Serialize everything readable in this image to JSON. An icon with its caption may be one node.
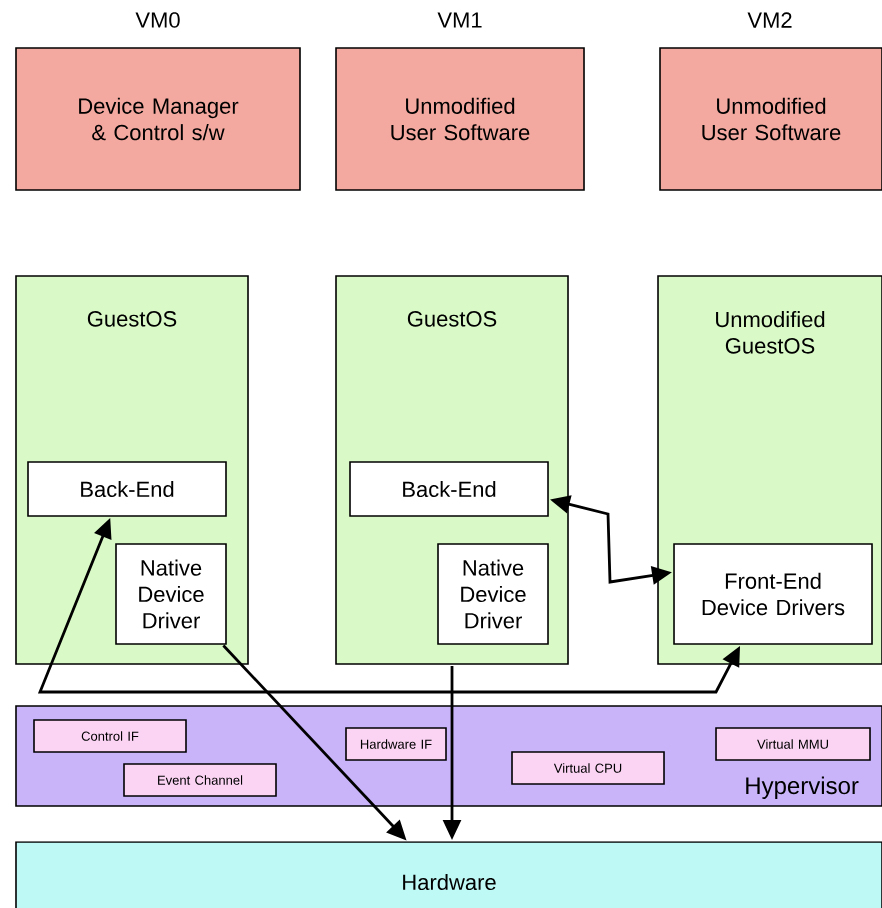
{
  "diagram": {
    "nodes": [
      {
        "text": [
          "Device Manager & Control s/w"
        ]
      },
      {
        "text": [
          "Unmodified User Software"
        ]
      },
      {
        "text": [
          "Unmodified User Software"
        ]
      },
      {
        "text": [
          "GuestOS"
        ]
      },
      {
        "text": [
          "Back-End"
        ],
        "in": 3
      },
      {
        "text": [
          "Native Device Driver"
        ],
        "in": 3
      },
      {
        "text": [
          "GuestOS"
        ]
      },
      {
        "text": [
          "Back-End"
        ],
        "in": 6
      },
      {
        "text": [
          "Native Device Driver"
        ],
        "in": 6
      },
      {
        "text": [
          "Unmodified GuestOS"
        ]
      },
      {
        "text": [
          "Front-End Device Drivers"
        ],
        "in": 9
      },
      {
        "text": [
          "Hypervisor"
        ]
      },
      {
        "text": [
          "Control IF"
        ],
        "in": 11
      },
      {
        "text": [
          "Event Channel"
        ],
        "in": 11
      },
      {
        "text": [
          "Hardware IF"
        ],
        "in": 11
      },
      {
        "text": [
          "Virtual CPU"
        ],
        "in": 11
      },
      {
        "text": [
          "Virtual MMU"
        ],
        "in": 11
      },
      {
        "text": [
          "Hardware"
        ]
      }
    ],
    "edges": [
      {
        "from": 4,
        "to": 10,
        "arrow": "both"
      },
      {
        "from": 7,
        "to": 10,
        "arrow": "both"
      },
      {
        "from": 5,
        "to": 17,
        "arrow": "to"
      },
      {
        "from": 6,
        "to": 17,
        "arrow": "to"
      }
    ],
    "labels": [
      "VM0",
      "VM1",
      "VM2"
    ]
  }
}
